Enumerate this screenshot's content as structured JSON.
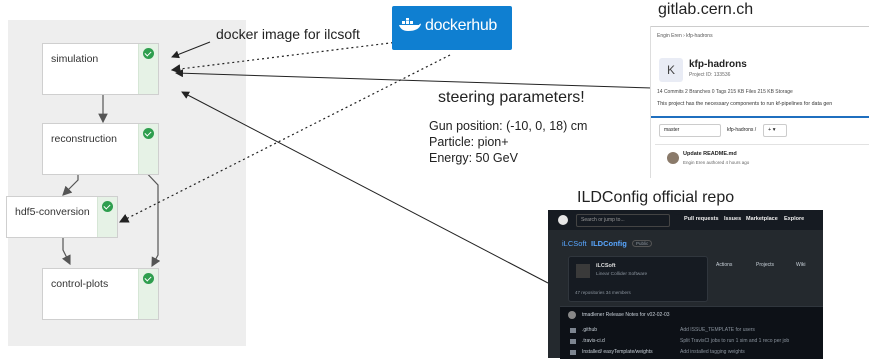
{
  "pipeline": {
    "nodes": [
      {
        "label": "simulation"
      },
      {
        "label": "reconstruction"
      },
      {
        "label": "hdf5-conversion"
      },
      {
        "label": "control-plots"
      }
    ]
  },
  "annotations": {
    "docker_caption": "docker image for ilcsoft",
    "steering_title": "steering parameters!",
    "steering_lines": [
      "Gun position: (-10, 0, 18) cm",
      "Particle: pion+",
      "Energy: 50 GeV"
    ],
    "gitlab_title": "gitlab.cern.ch",
    "ildconfig_title": "ILDConfig official repo"
  },
  "dockerhub": {
    "logo_text": "dockerhub"
  },
  "gitlab": {
    "breadcrumb": "Engin Eren  ›  kfp-hadrons",
    "avatar_letter": "K",
    "project_name": "kfp-hadrons",
    "project_id": "Project ID: 133536",
    "stats": "14 Commits   2 Branches   0 Tags   215 KB Files   215 KB Storage",
    "description": "This project has the necessary components to run kf-pipelines for data gen",
    "branch": "master",
    "path": "kfp-hadrons /",
    "add": "+ ▾",
    "commit_title": "Update README.md",
    "commit_meta": "Engin Eren authored 4 hours ago"
  },
  "github": {
    "search_placeholder": "Search or jump to...",
    "nav": [
      "Pull requests",
      "Issues",
      "Marketplace",
      "Explore"
    ],
    "repo_owner": "iLCSoft",
    "repo_name": "ILDConfig",
    "visibility": "Public",
    "popup_org": "iLCSoft",
    "popup_desc": "Linear Collider Software",
    "popup_stats": "47 repositories   34 members",
    "tabs": [
      "Actions",
      "Projects",
      "Wiki"
    ],
    "commit_line": "tmadlener Release Notes for v02-02-03",
    "files": [
      {
        "name": ".github",
        "msg": "Add ISSUE_TEMPLATE for users"
      },
      {
        "name": ".travis-ci.d",
        "msg": "Split TravisCI jobs to run 1 sim and 1 reco per job"
      },
      {
        "name": "Installed/ easyTemplate/weights",
        "msg": "Add installed tagging weights"
      }
    ]
  }
}
